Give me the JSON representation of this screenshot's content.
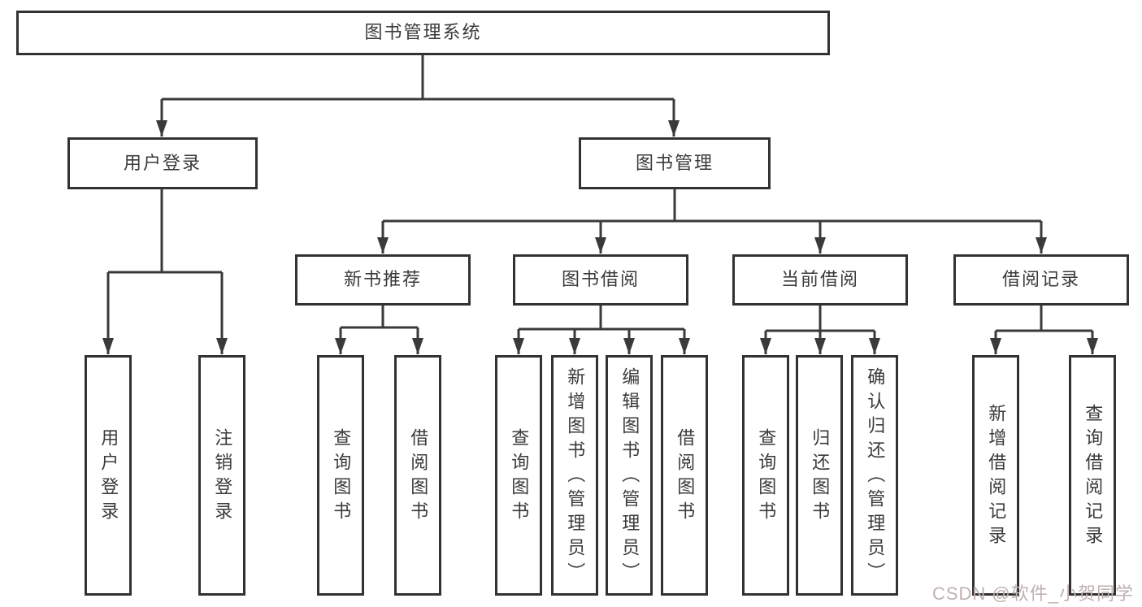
{
  "nodes": {
    "root": "图书管理系统",
    "user_login": "用户登录",
    "book_mgmt": "图书管理",
    "new_book_rec": "新书推荐",
    "book_borrow": "图书借阅",
    "current_borrow": "当前借阅",
    "borrow_record": "借阅记录",
    "leaf_user_login": "用户登录",
    "leaf_logout": "注销登录",
    "leaf_query_books_a": "查询图书",
    "leaf_borrow_books_a": "借阅图书",
    "leaf_query_books_b": "查询图书",
    "leaf_add_books_admin": "新增图书（管理员）",
    "leaf_edit_books_admin": "编辑图书（管理员）",
    "leaf_borrow_books_b": "借阅图书",
    "leaf_query_books_c": "查询图书",
    "leaf_return_books": "归还图书",
    "leaf_confirm_return_admin": "确认归还（管理员）",
    "leaf_add_borrow_record": "新增借阅记录",
    "leaf_query_borrow_record": "查询借阅记录"
  },
  "watermark": "CSDN @软件_小贺同学",
  "colors": {
    "line": "#3a3a3a",
    "box_border": "#323232",
    "box_background": "#ffffff",
    "text": "#3a3a3a",
    "watermark": "#bfb1b1"
  }
}
